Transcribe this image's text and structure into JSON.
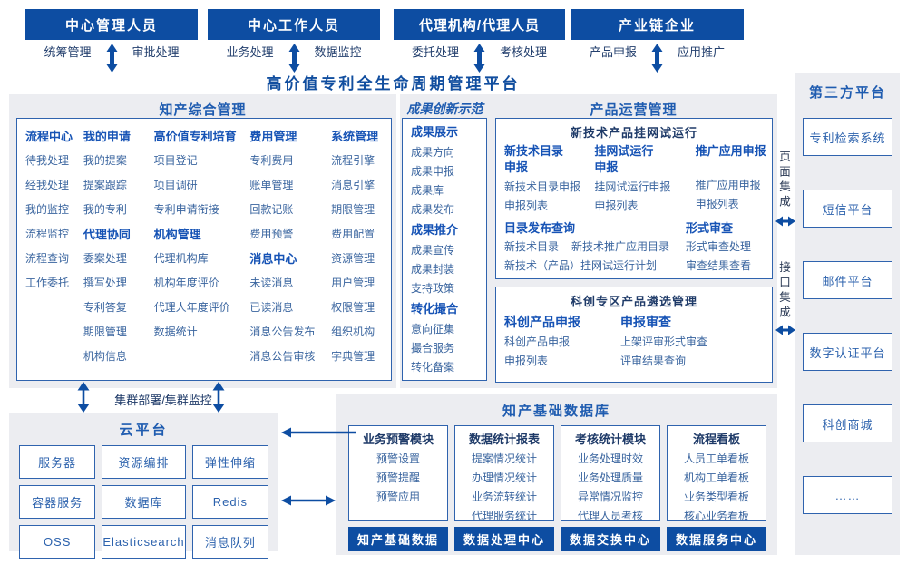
{
  "colors": {
    "primary": "#0d4da2",
    "accent": "#1f5cb0",
    "item": "#3a659f",
    "dark": "#1e3a68",
    "panel": "#ecedf1"
  },
  "roles": [
    {
      "title": "中心管理人员",
      "left": "统筹管理",
      "right": "审批处理"
    },
    {
      "title": "中心工作人员",
      "left": "业务处理",
      "right": "数据监控"
    },
    {
      "title": "代理机构/代理人员",
      "left": "委托处理",
      "right": "考核处理"
    },
    {
      "title": "产业链企业",
      "left": "产品申报",
      "right": "应用推广"
    }
  ],
  "main": {
    "title": "高价值专利全生命周期管理平台",
    "ip": {
      "title": "知产综合管理",
      "c1": [
        {
          "h": "流程中心",
          "items": [
            "待我处理",
            "经我处理",
            "我的监控",
            "流程监控",
            "流程查询",
            "工作委托"
          ]
        }
      ],
      "c2": [
        {
          "h": "我的申请",
          "items": [
            "我的提案",
            "提案跟踪",
            "我的专利"
          ]
        },
        {
          "h": "代理协同",
          "items": [
            "委案处理",
            "撰写处理",
            "专利答复",
            "期限管理",
            "机构信息"
          ]
        }
      ],
      "c3": [
        {
          "h": "高价值专利培育",
          "items": [
            "项目登记",
            "项目调研",
            "专利申请衔接"
          ]
        },
        {
          "h": "机构管理",
          "items": [
            "代理机构库",
            "机构年度评价",
            "代理人年度评价",
            "数据统计"
          ]
        }
      ],
      "c4": [
        {
          "h": "费用管理",
          "items": [
            "专利费用",
            "账单管理",
            "回款记账",
            "费用预警"
          ]
        },
        {
          "h": "消息中心",
          "items": [
            "未读消息",
            "已读消息",
            "消息公告发布",
            "消息公告审核"
          ]
        }
      ],
      "c5": [
        {
          "h": "系统管理",
          "items": [
            "流程引擎",
            "消息引擎",
            "期限管理",
            "费用配置",
            "资源管理",
            "用户管理",
            "权限管理",
            "组织机构",
            "字典管理"
          ]
        }
      ]
    },
    "demo": {
      "title": "成果创新示范",
      "groups": [
        {
          "h": "成果展示",
          "items": [
            "成果方向",
            "成果申报",
            "成果库",
            "成果发布"
          ]
        },
        {
          "h": "成果推介",
          "items": [
            "成果宣传",
            "成果封装",
            "支持政策"
          ]
        },
        {
          "h": "转化撮合",
          "items": [
            "意向征集",
            "撮合服务",
            "转化备案"
          ]
        }
      ]
    },
    "product": {
      "title": "产品运营管理",
      "boxA": {
        "title": "新技术产品挂网试运行",
        "cols": [
          {
            "h": "新技术目录申报",
            "items": [
              "新技术目录申报",
              "申报列表"
            ]
          },
          {
            "h": "挂网试运行申报",
            "items": [
              "挂网试运行申报",
              "申报列表"
            ]
          },
          {
            "h": "推广应用申报",
            "items": [
              "推广应用申报",
              "申报列表"
            ]
          }
        ],
        "catalog": {
          "h": "目录发布查询",
          "i1": "新技术目录",
          "i2": "新技术推广应用目录",
          "i3": "新技术（产品）挂网试运行计划"
        },
        "review": {
          "h": "形式审查",
          "items": [
            "形式审查处理",
            "审查结果查看"
          ]
        }
      },
      "boxB": {
        "title": "科创专区产品遴选管理",
        "c1": {
          "h": "科创产品申报",
          "items": [
            "科创产品申报",
            "申报列表"
          ]
        },
        "c2": {
          "h": "申报审查",
          "items": [
            "上架评审形式审查",
            "评审结果查询"
          ]
        }
      }
    }
  },
  "integration": {
    "page": "页面集成",
    "api": "接口集成"
  },
  "cluster_label": "集群部署/集群监控",
  "cloud": {
    "title": "云平台",
    "items": [
      "服务器",
      "资源编排",
      "弹性伸缩",
      "容器服务",
      "数据库",
      "Redis",
      "OSS",
      "Elasticsearch",
      "消息队列"
    ]
  },
  "db": {
    "title": "知产基础数据库",
    "modules": [
      {
        "h": "业务预警模块",
        "items": [
          "预警设置",
          "预警提醒",
          "预警应用"
        ],
        "bar": "知产基础数据"
      },
      {
        "h": "数据统计报表",
        "items": [
          "提案情况统计",
          "办理情况统计",
          "业务流转统计",
          "代理服务统计"
        ],
        "bar": "数据处理中心"
      },
      {
        "h": "考核统计模块",
        "items": [
          "业务处理时效",
          "业务处理质量",
          "异常情况监控",
          "代理人员考核"
        ],
        "bar": "数据交换中心"
      },
      {
        "h": "流程看板",
        "items": [
          "人员工单看板",
          "机构工单看板",
          "业务类型看板",
          "核心业务看板"
        ],
        "bar": "数据服务中心"
      }
    ]
  },
  "third": {
    "title": "第三方平台",
    "items": [
      "专利检索系统",
      "短信平台",
      "邮件平台",
      "数字认证平台",
      "科创商城",
      "……"
    ]
  }
}
